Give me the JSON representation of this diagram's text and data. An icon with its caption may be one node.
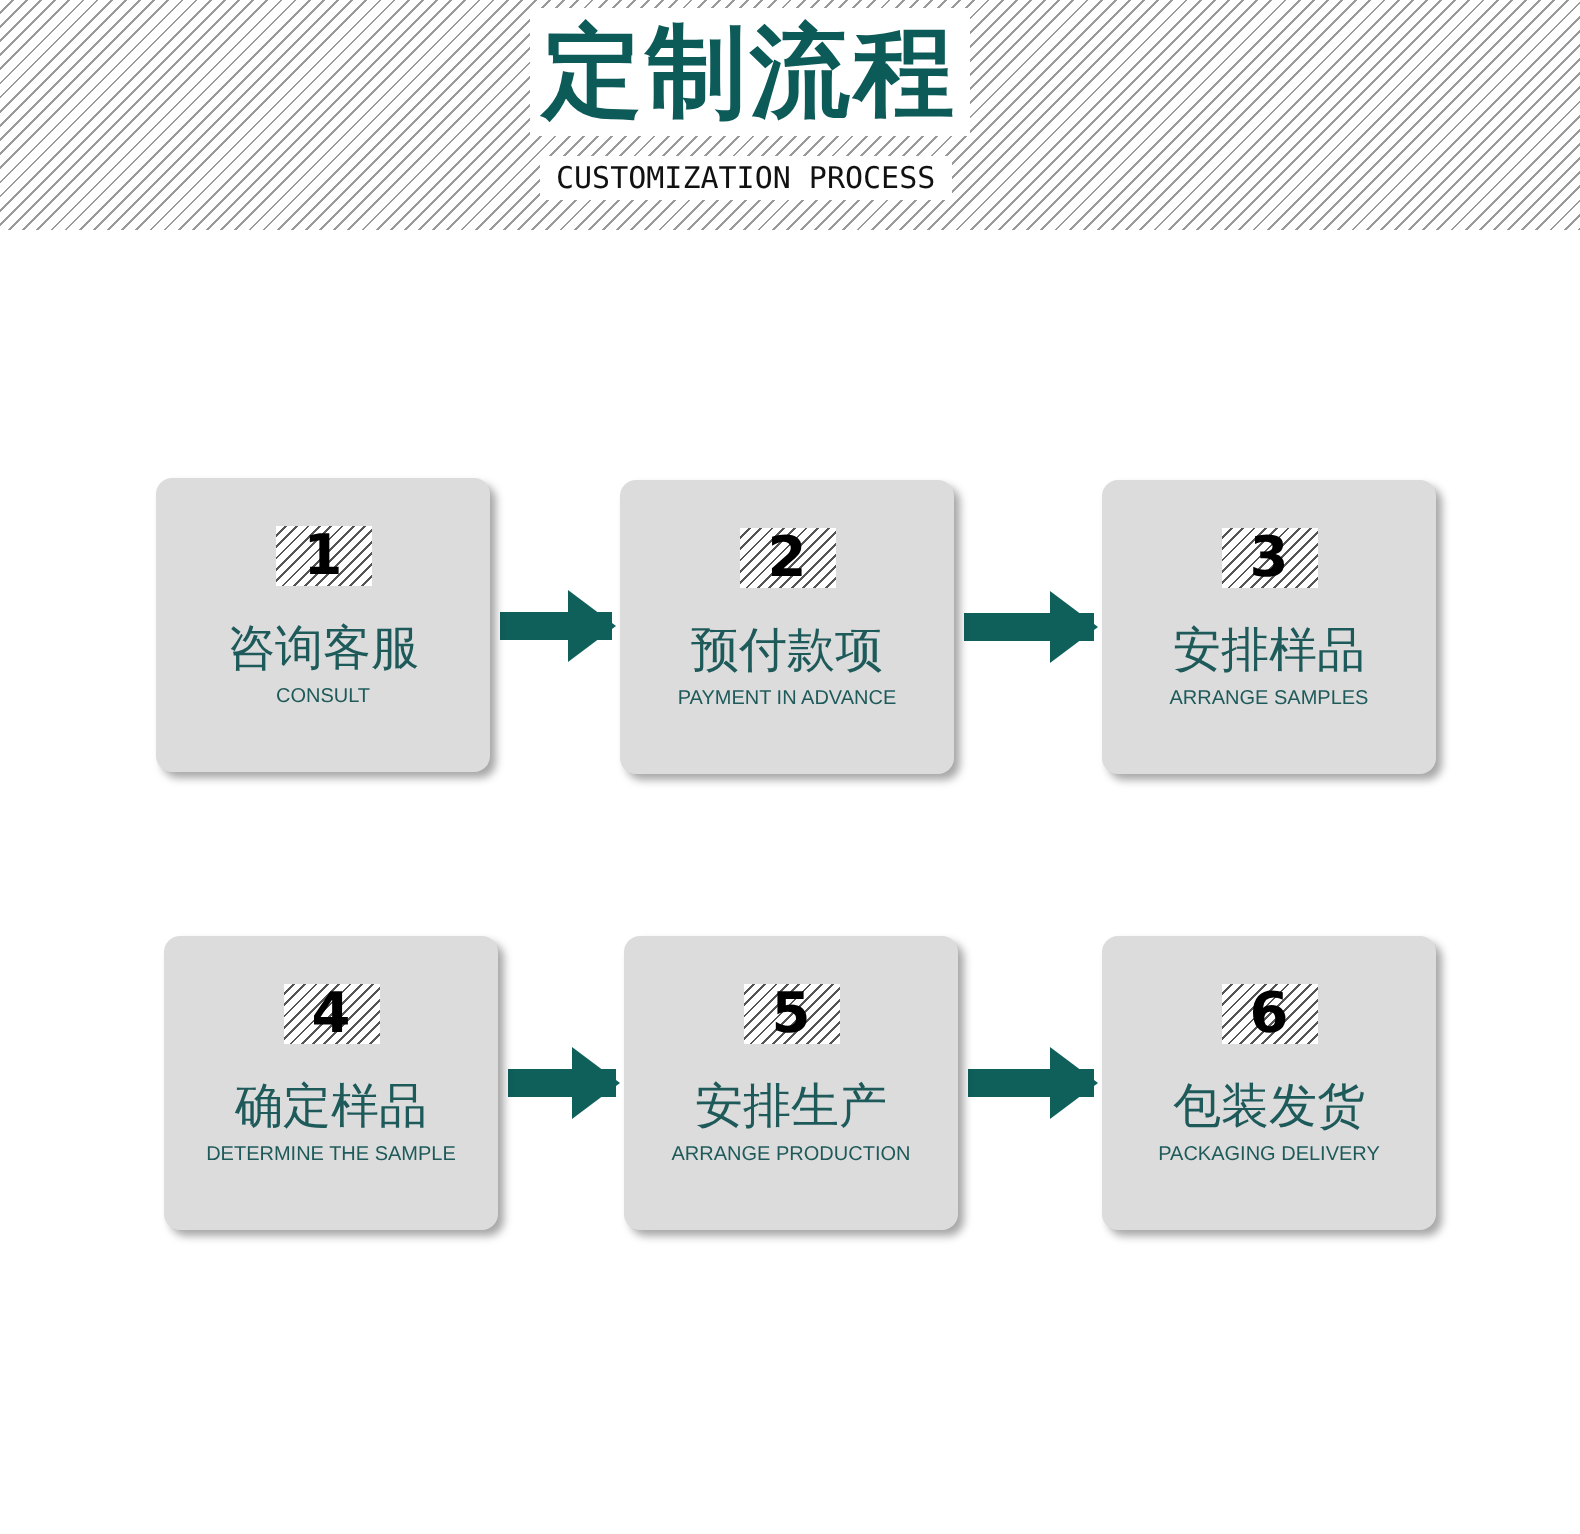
{
  "diagram": {
    "title": "定制流程",
    "caption": "CUSTOMIZATION PROCESS",
    "nodes": [
      {
        "text": [
          "1",
          "咨询客服",
          "CONSULT"
        ]
      },
      {
        "text": [
          "2",
          "预付款项",
          "PAYMENT IN ADVANCE"
        ]
      },
      {
        "text": [
          "3",
          "安排样品",
          "ARRANGE SAMPLES"
        ]
      },
      {
        "text": [
          "4",
          "确定样品",
          "DETERMINE THE SAMPLE"
        ]
      },
      {
        "text": [
          "5",
          "安排生产",
          "ARRANGE PRODUCTION"
        ]
      },
      {
        "text": [
          "6",
          "包装发货",
          "PACKAGING DELIVERY"
        ]
      }
    ],
    "edges": [
      {
        "from": 0,
        "to": 1,
        "arrow": "to"
      },
      {
        "from": 1,
        "to": 2,
        "arrow": "to"
      },
      {
        "from": 3,
        "to": 4,
        "arrow": "to"
      },
      {
        "from": 4,
        "to": 5,
        "arrow": "to"
      }
    ]
  }
}
